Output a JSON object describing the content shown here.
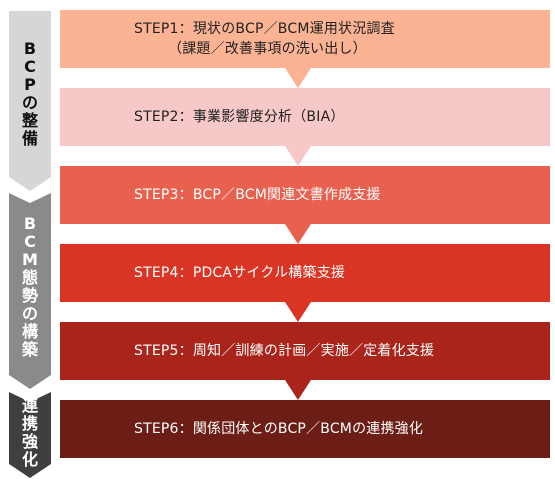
{
  "phases": [
    {
      "label": "BCPの整備",
      "chars": [
        "B",
        "C",
        "P",
        "の",
        "整",
        "備"
      ]
    },
    {
      "label": "BCM態勢の構築",
      "chars": [
        "B",
        "C",
        "M",
        "態",
        "勢",
        "の",
        "構",
        "築"
      ]
    },
    {
      "label": "連携強化",
      "chars": [
        "連",
        "携",
        "強",
        "化"
      ]
    }
  ],
  "steps": [
    {
      "line1": "STEP1：現状のBCP／BCM運用状況調査",
      "line2": "（課題／改善事項の洗い出し）"
    },
    {
      "line1": "STEP2：事業影響度分析（BIA）"
    },
    {
      "line1": "STEP3：BCP／BCM関連文書作成支援"
    },
    {
      "line1": "STEP4：PDCAサイクル構築支援"
    },
    {
      "line1": "STEP5：周知／訓練の計画／実施／定着化支援"
    },
    {
      "line1": "STEP6：関係団体とのBCP／BCMの連携強化"
    }
  ],
  "colors": {
    "step_fills": [
      "#fbb393",
      "#f6c8c7",
      "#e8614f",
      "#d93424",
      "#a9251c",
      "#6c1e16"
    ],
    "step_text": [
      "#222222",
      "#222222",
      "#ffffff",
      "#ffffff",
      "#ffffff",
      "#ffffff"
    ],
    "arrows": [
      "#fbb393",
      "#f6c8c7",
      "#e8614f",
      "#d93424",
      "#a9251c"
    ],
    "phase_fills": [
      "#d6d6d6",
      "#8a8a8a",
      "#3f3f3f"
    ]
  }
}
